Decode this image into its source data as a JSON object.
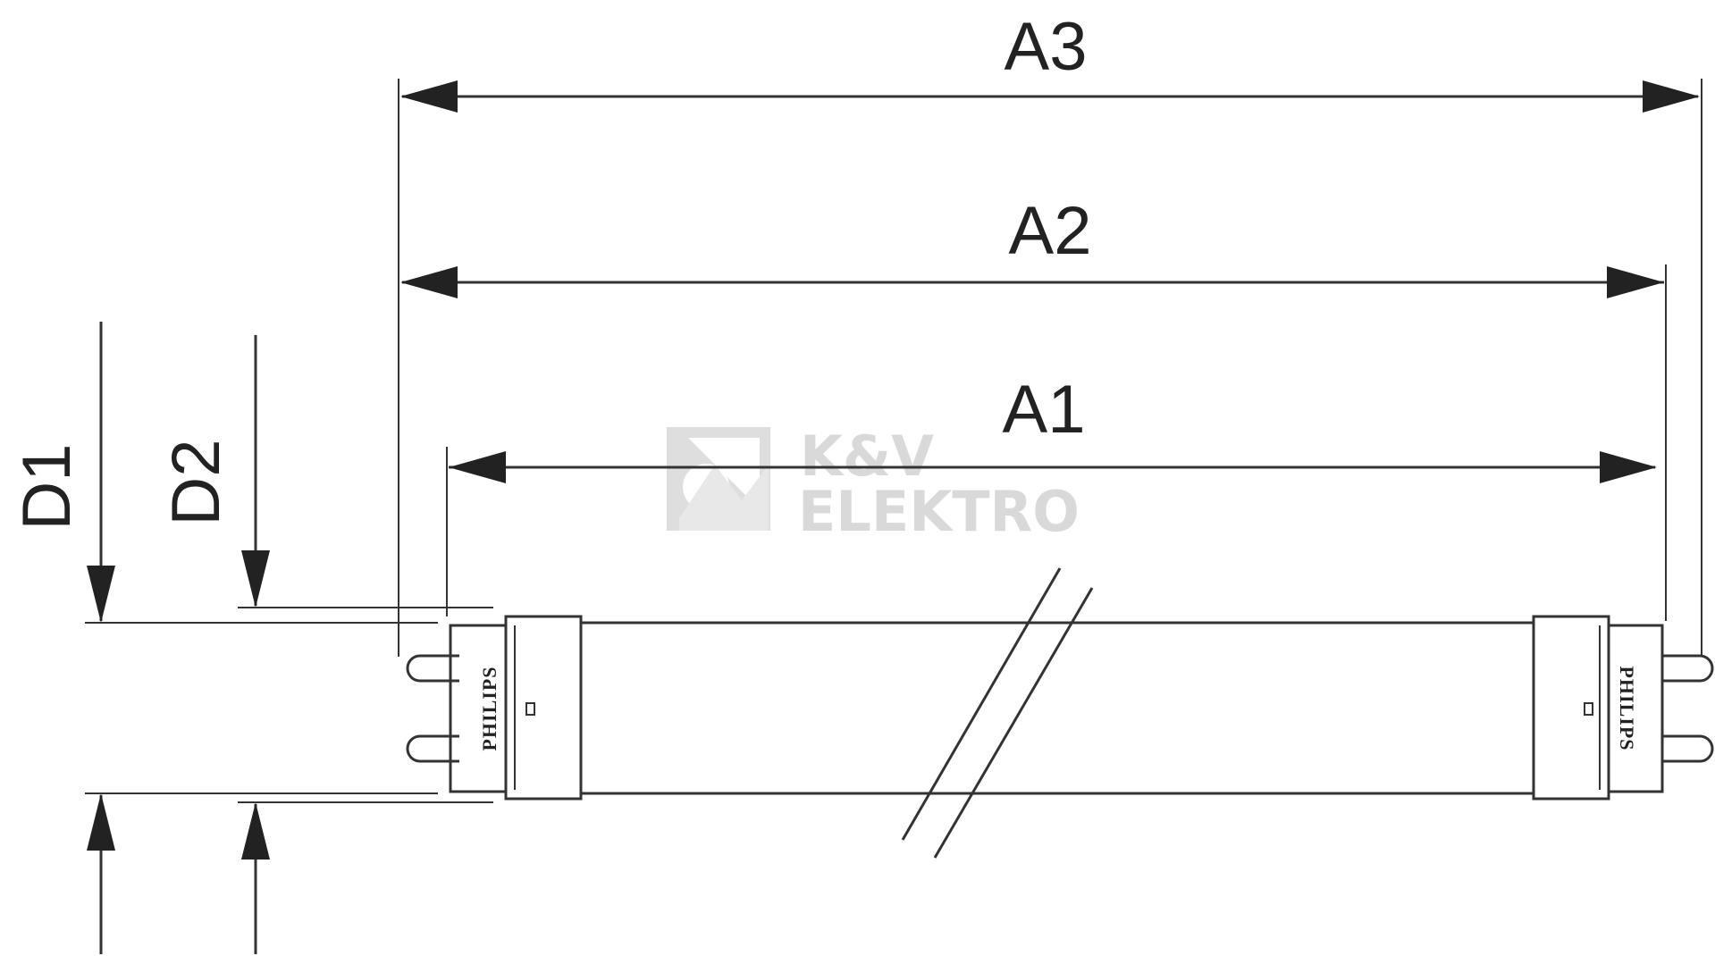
{
  "dimensions": {
    "a3": "A3",
    "a2": "A2",
    "a1": "A1",
    "d1": "D1",
    "d2": "D2"
  },
  "lamp": {
    "left_cap_brand": "PHILIPS",
    "right_cap_brand": "PHILIPS"
  },
  "watermark": {
    "line1": "K&V",
    "line2": "ELEKTRO"
  },
  "colors": {
    "line": "#333333",
    "watermark": "#d9d9d9",
    "background": "#ffffff"
  }
}
